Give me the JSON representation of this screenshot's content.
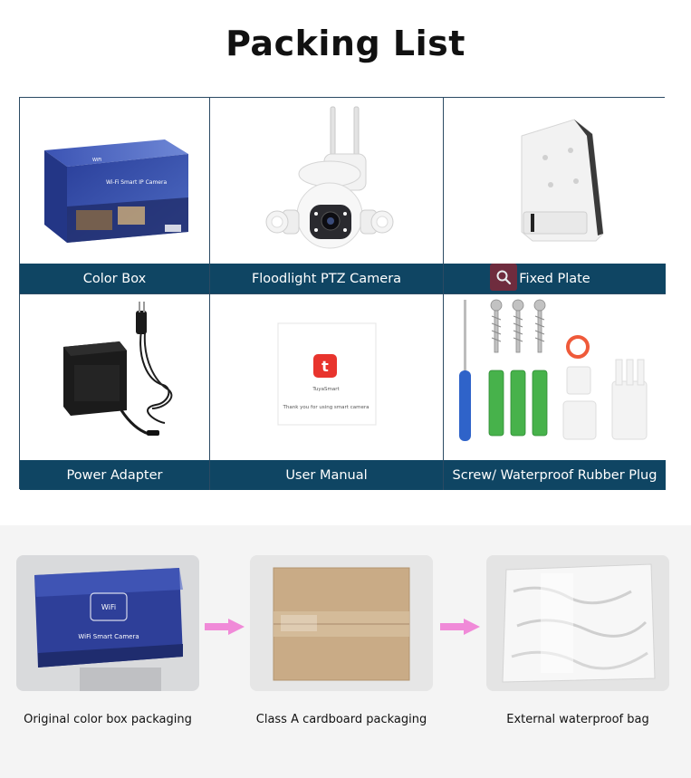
{
  "title": "Packing List",
  "items": [
    {
      "label": "Color Box",
      "icon": "color-box-image"
    },
    {
      "label": "Floodlight PTZ Camera",
      "icon": "ptz-camera-image"
    },
    {
      "label": "Fixed Plate",
      "icon": "fixed-plate-image"
    },
    {
      "label": "Power Adapter",
      "icon": "power-adapter-image"
    },
    {
      "label": "User Manual",
      "icon": "user-manual-image"
    },
    {
      "label": "Screw/ Waterproof Rubber Plug",
      "icon": "screws-plugs-image"
    }
  ],
  "box_print": {
    "brand": "WiFi",
    "product": "Wi-Fi Smart IP Camera",
    "product_alt": "WiFi Smart Camera"
  },
  "manual_print": {
    "brand": "TuyaSmart",
    "note": "Thank you for using smart camera"
  },
  "packaging": [
    {
      "label": "Original color box packaging"
    },
    {
      "label": "Class A cardboard packaging"
    },
    {
      "label": "External waterproof bag"
    }
  ],
  "colors": {
    "caption_bar": "#0f4563",
    "grid_border": "#2b4a63",
    "flow_arrow": "#f08ad8"
  }
}
